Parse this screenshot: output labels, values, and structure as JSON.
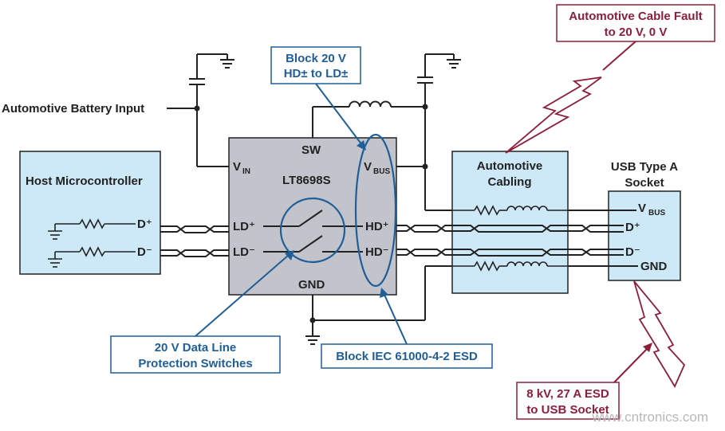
{
  "labels": {
    "battery_input": "Automotive Battery Input",
    "host": "Host Microcontroller",
    "chip_name": "LT8698S",
    "sw": "SW",
    "vin_main": "V",
    "vin_sub": "IN",
    "vbus_chip_main": "V",
    "vbus_chip_sub": "BUS",
    "gnd_chip": "GND",
    "ld_plus": "LD⁺",
    "ld_minus": "LD⁻",
    "hd_plus": "HD⁺",
    "hd_minus": "HD⁻",
    "host_d_plus": "D⁺",
    "host_d_minus": "D⁻",
    "cabling_line1": "Automotive",
    "cabling_line2": "Cabling",
    "usb_line1": "USB Type A",
    "usb_line2": "Socket",
    "usb_vbus_main": "V",
    "usb_vbus_sub": "BUS",
    "usb_d_plus": "D⁺",
    "usb_d_minus": "D⁻",
    "usb_gnd": "GND"
  },
  "callouts": {
    "block20v_line1": "Block 20 V",
    "block20v_line2": "HD± to LD±",
    "fault_line1": "Automotive Cable Fault",
    "fault_line2": "to 20 V, 0 V",
    "switches_line1": "20 V Data Line",
    "switches_line2": "Protection Switches",
    "esd_block": "Block IEC 61000-4-2 ESD",
    "esd_socket_line1": "8 kV, 27 A ESD",
    "esd_socket_line2": "to USB Socket"
  },
  "watermark": "www.cntronics.com",
  "colors": {
    "box_fill": "#cde9f8",
    "chip_fill": "#c3c3cc",
    "blue_callout": "#1f5e98",
    "red_callout": "#8d1e3a",
    "wire": "#222222"
  }
}
